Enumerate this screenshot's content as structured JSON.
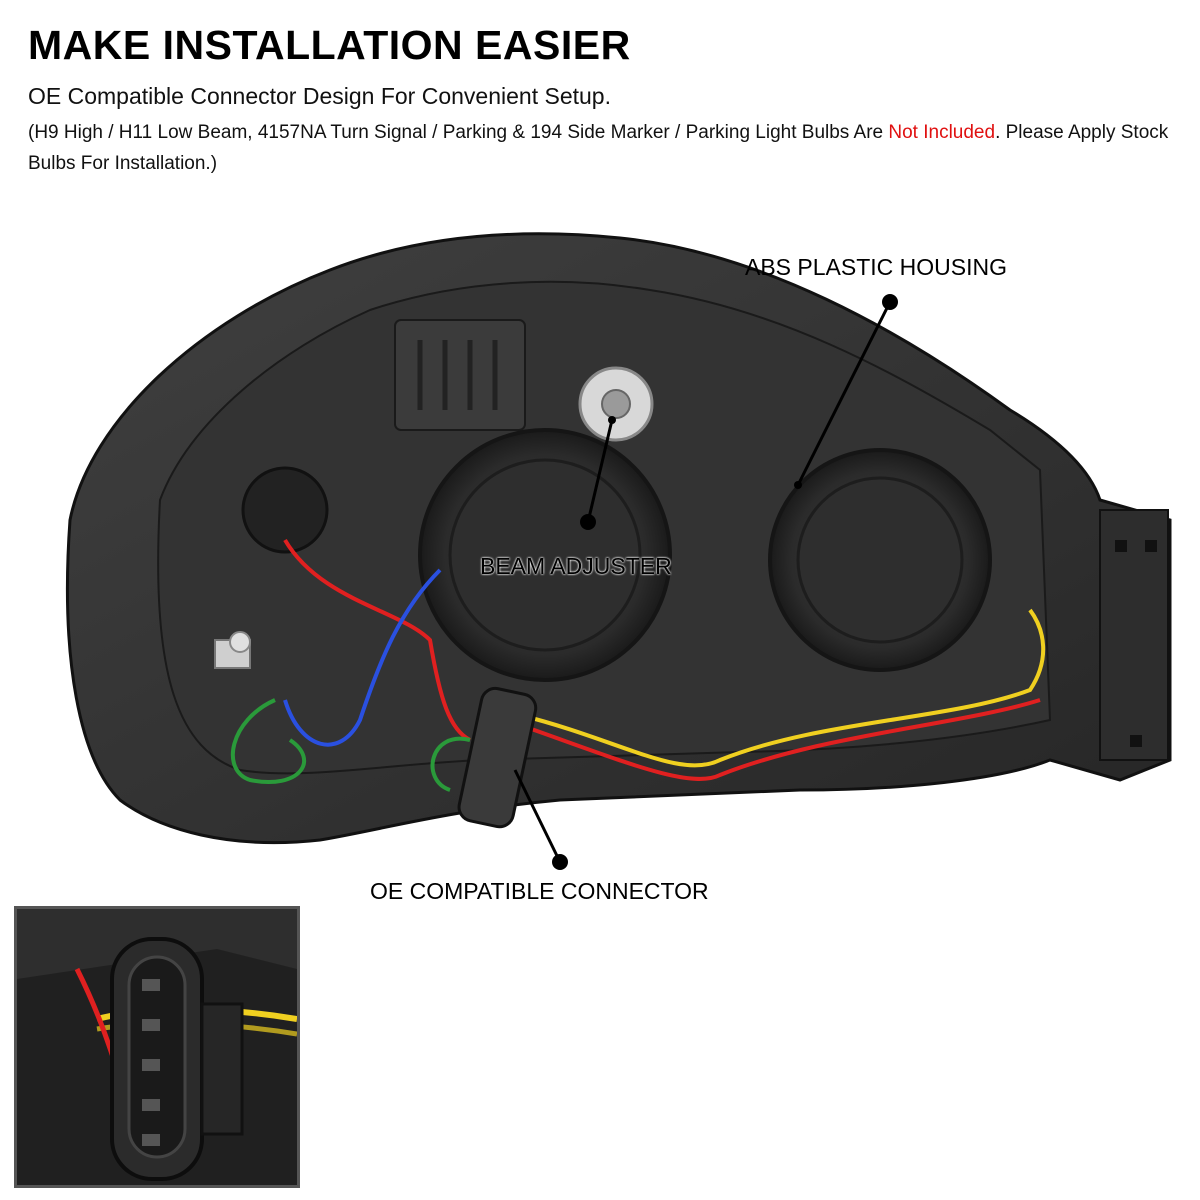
{
  "header": {
    "title": "MAKE INSTALLATION EASIER",
    "subtitle": "OE Compatible Connector Design For Convenient Setup.",
    "note_before": "(H9 High / H11 Low Beam, 4157NA Turn Signal / Parking & 194 Side Marker / Parking Light Bulbs Are ",
    "note_highlight": "Not Included",
    "note_after": ". Please Apply Stock Bulbs For Installation.)"
  },
  "callouts": {
    "housing": "ABS PLASTIC HOUSING",
    "adjuster": "BEAM ADJUSTER",
    "connector": "OE COMPATIBLE CONNECTOR"
  },
  "colors": {
    "highlight": "#e01010",
    "housing_dark": "#2a2a2a",
    "wire_red": "#e02020",
    "wire_yellow": "#f0d020",
    "wire_blue": "#2a50e0",
    "wire_green": "#2a9a3a"
  }
}
